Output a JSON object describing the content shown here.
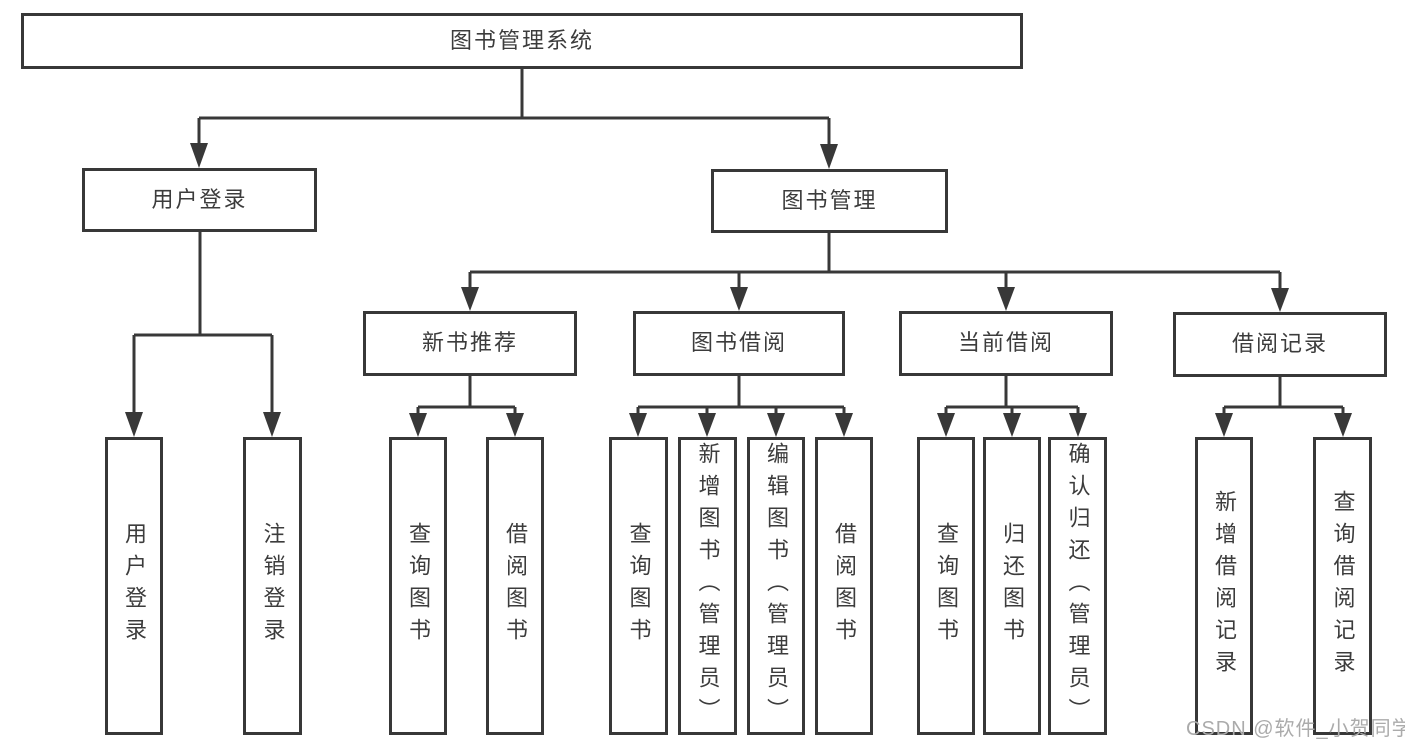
{
  "root": {
    "label": "图书管理系统"
  },
  "login": {
    "label": "用户登录",
    "children": [
      {
        "label": "用户登录"
      },
      {
        "label": "注销登录"
      }
    ]
  },
  "mgmt": {
    "label": "图书管理",
    "modules": [
      {
        "label": "新书推荐",
        "children": [
          {
            "label": "查询图书"
          },
          {
            "label": "借阅图书"
          }
        ]
      },
      {
        "label": "图书借阅",
        "children": [
          {
            "label": "查询图书"
          },
          {
            "label": "新增图书（管理员）"
          },
          {
            "label": "编辑图书（管理员）"
          },
          {
            "label": "借阅图书"
          }
        ]
      },
      {
        "label": "当前借阅",
        "children": [
          {
            "label": "查询图书"
          },
          {
            "label": "归还图书"
          },
          {
            "label": "确认归还（管理员）"
          }
        ]
      },
      {
        "label": "借阅记录",
        "children": [
          {
            "label": "新增借阅记录"
          },
          {
            "label": "查询借阅记录"
          }
        ]
      }
    ]
  },
  "watermark": "CSDN @软件_小贺同学",
  "colors": {
    "line": "#383838",
    "text": "#3c3c3c",
    "watermark": "#ababab",
    "background": "#ffffff"
  }
}
